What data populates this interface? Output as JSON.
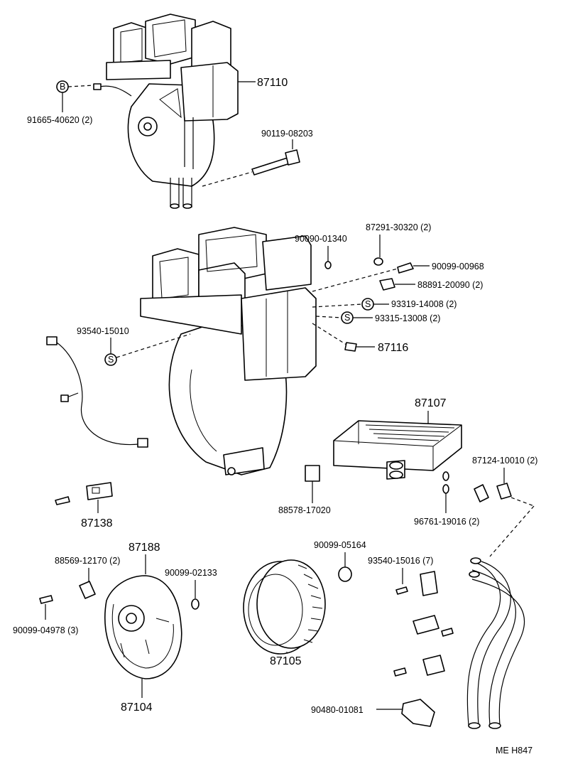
{
  "labels": {
    "p87110": "87110",
    "p91665": "91665-40620 (2)",
    "p90119": "90119-08203",
    "p87291": "87291-30320 (2)",
    "p90090": "90090-01340",
    "p90099a": "90099-00968",
    "p88891": "88891-20090 (2)",
    "p93319": "93319-14008 (2)",
    "p93315": "93315-13008 (2)",
    "p93540a": "93540-15010",
    "p87116": "87116",
    "p87107": "87107",
    "p87124": "87124-10010 (2)",
    "p88578": "88578-17020",
    "p96761": "96761-19016 (2)",
    "p87138": "87138",
    "p87188": "87188",
    "p88569": "88569-12170 (2)",
    "p90099b": "90099-02133",
    "p90099c": "90099-05164",
    "p93540b": "93540-15016 (7)",
    "p90099d": "90099-04978 (3)",
    "p87105": "87105",
    "p87104": "87104",
    "p90480": "90480-01081",
    "code": "ME H847"
  },
  "symbols": {
    "b": "B",
    "s": "S"
  }
}
